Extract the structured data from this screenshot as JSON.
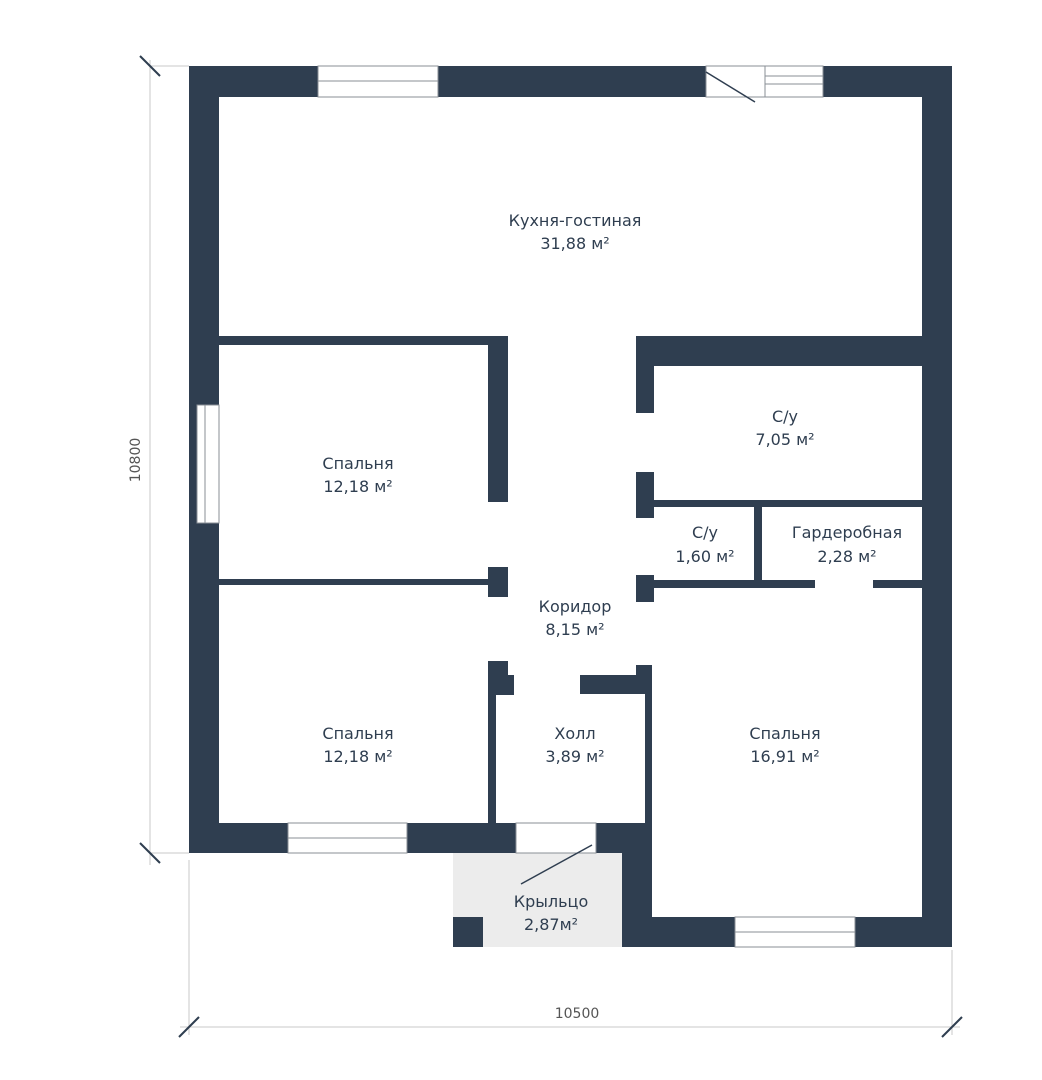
{
  "title": "Floor plan",
  "colors": {
    "wall": "#2f3e50",
    "porch": "#ececec",
    "floor": "#ffffff"
  },
  "dimensions": {
    "width": "10500",
    "height": "10800"
  },
  "rooms": [
    {
      "name": "Кухня-гостиная",
      "area": "31,88 м²"
    },
    {
      "name": "Спальня",
      "area": "12,18 м²"
    },
    {
      "name": "С/у",
      "area": "7,05 м²"
    },
    {
      "name": "С/у",
      "area": "1,60 м²"
    },
    {
      "name": "Гардеробная",
      "area": "2,28 м²"
    },
    {
      "name": "Коридор",
      "area": "8,15 м²"
    },
    {
      "name": "Спальня",
      "area": "12,18 м²"
    },
    {
      "name": "Холл",
      "area": "3,89 м²"
    },
    {
      "name": "Спальня",
      "area": "16,91 м²"
    },
    {
      "name": "Крыльцо",
      "area": "2,87м²"
    }
  ]
}
